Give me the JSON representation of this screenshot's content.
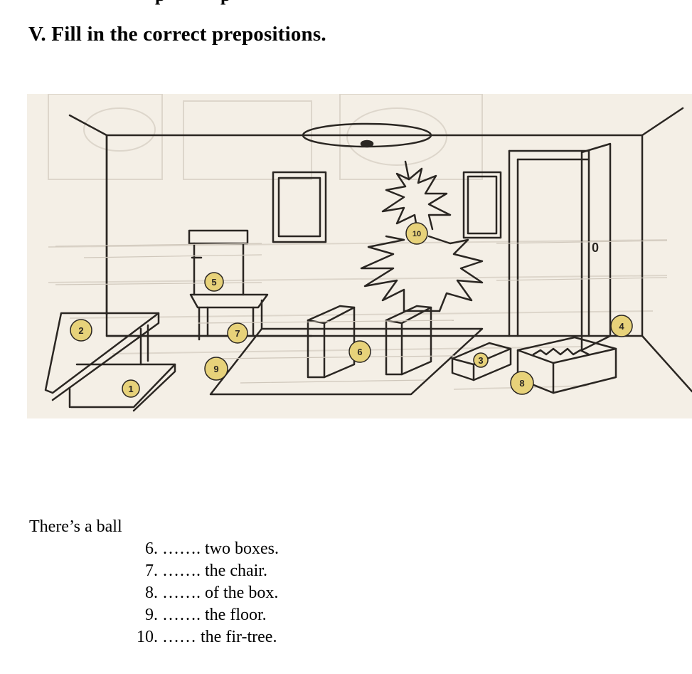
{
  "heading": "V. Fill in the correct prepositions.",
  "lead_text": "There’s a ball",
  "items": [
    {
      "num": "6.",
      "blank": "…….",
      "text": "two boxes."
    },
    {
      "num": "7.",
      "blank": "…….",
      "text": "the chair."
    },
    {
      "num": "8.",
      "blank": "…….",
      "text": "of the box."
    },
    {
      "num": "9.",
      "blank": "…….",
      "text": "the floor."
    },
    {
      "num": "10.",
      "blank": "……",
      "text": "the fir-tree."
    }
  ],
  "picture": {
    "balls": [
      "1",
      "2",
      "3",
      "4",
      "5",
      "6",
      "7",
      "8",
      "9",
      "10"
    ],
    "door_handle": "0",
    "colors": {
      "paper": "#f4efe6",
      "ink": "#2a2622",
      "ball": "#e7d27a",
      "ghost": "#d6cfc4"
    }
  }
}
